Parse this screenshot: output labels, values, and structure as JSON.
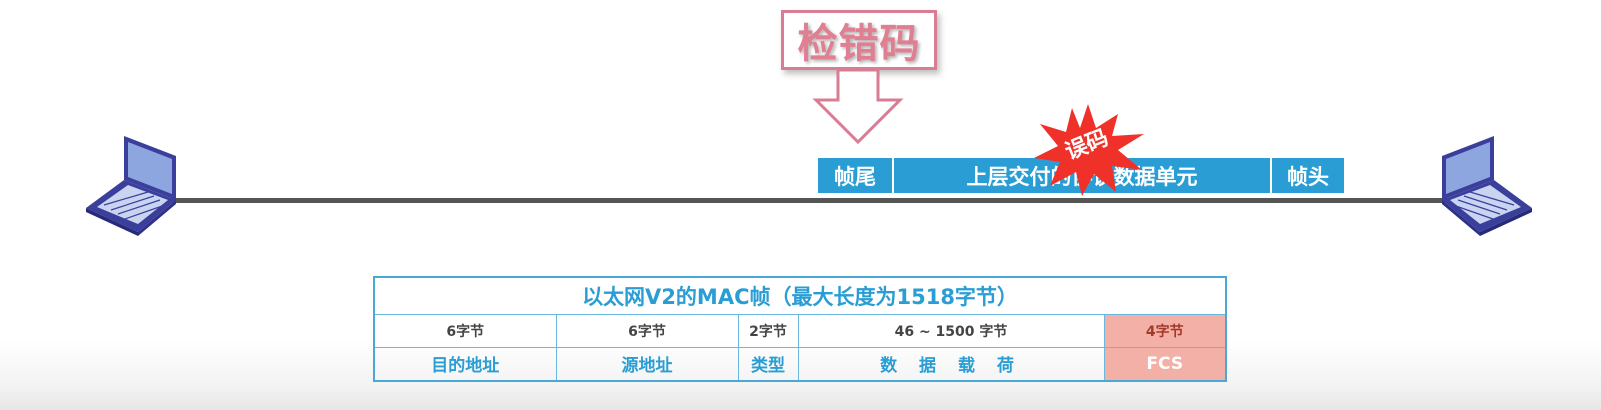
{
  "callout": {
    "label": "检错码"
  },
  "frame": {
    "trailer": "帧尾",
    "payload": "上层交付的协议数据单元",
    "header": "帧头"
  },
  "error_badge": {
    "label": "误码",
    "color": "#f0312a"
  },
  "mac_table": {
    "title": "以太网V2的MAC帧（最大长度为1518字节）",
    "sizes": [
      "6字节",
      "6字节",
      "2字节",
      "46 ~ 1500 字节",
      "4字节"
    ],
    "fields": [
      "目的地址",
      "源地址",
      "类型",
      "数 据 载 荷",
      "FCS"
    ]
  },
  "colors": {
    "accent": "#2a9ed4",
    "callout": "#e07f92",
    "fcs_highlight": "#f3b0a6",
    "line": "#555555"
  },
  "icons": [
    "laptop-icon",
    "laptop-icon",
    "down-arrow-icon",
    "burst-icon"
  ]
}
